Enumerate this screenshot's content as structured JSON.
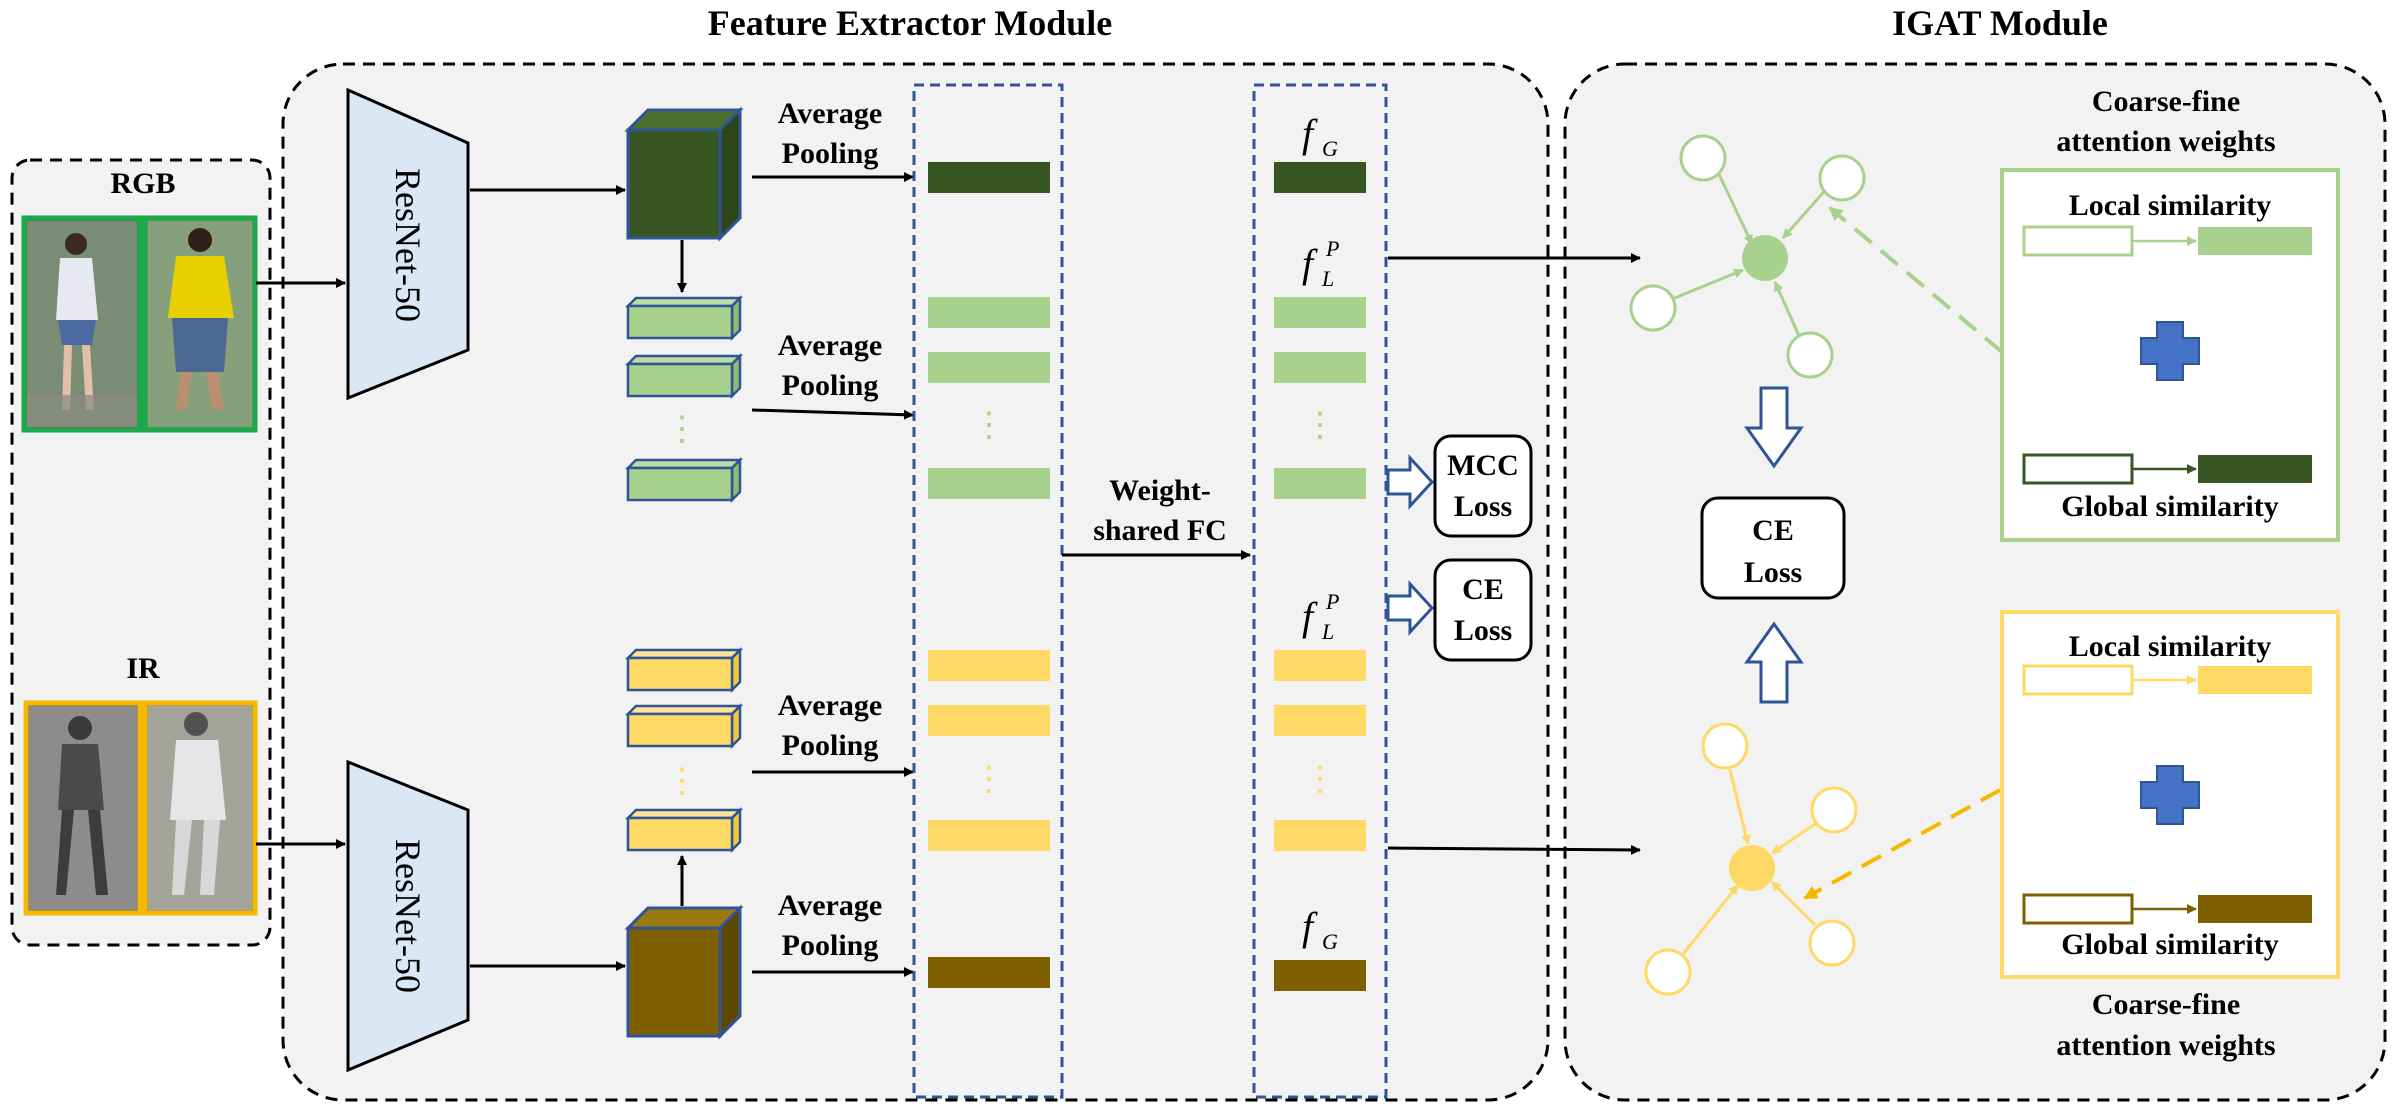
{
  "titles": {
    "feature_extractor": "Feature Extractor Module",
    "igat": "IGAT Module"
  },
  "inputs": {
    "rgb_label": "RGB",
    "ir_label": "IR"
  },
  "backbone": {
    "top": "ResNet-50",
    "bottom": "ResNet-50"
  },
  "pooling": {
    "label_line1": "Average",
    "label_line2": "Pooling"
  },
  "fc": {
    "line1": "Weight-",
    "line2": "shared FC"
  },
  "features": {
    "f": "f",
    "global_sub": "G",
    "local_sub": "L",
    "local_sup": "P",
    "ellipsis": "⋮"
  },
  "losses": {
    "mcc_line1": "MCC",
    "mcc_line2": "Loss",
    "ce_line1": "CE",
    "ce_line2": "Loss",
    "igat_ce_line1": "CE",
    "igat_ce_line2": "Loss"
  },
  "attention": {
    "coarse_fine_line1": "Coarse-fine",
    "coarse_fine_line2": "attention weights",
    "local_similarity": "Local similarity",
    "global_similarity": "Global similarity"
  },
  "colors": {
    "dark_green": "#375623",
    "light_green": "#a9d18e",
    "dark_gold": "#7f6000",
    "light_gold": "#ffd966",
    "resnet_fill": "#dae8f5",
    "border_blue": "#2f5597",
    "plus_blue": "#4472c4",
    "panel_gray": "#f2f2f2",
    "rgb_border": "#1aaa4b",
    "ir_border": "#f5b800"
  }
}
